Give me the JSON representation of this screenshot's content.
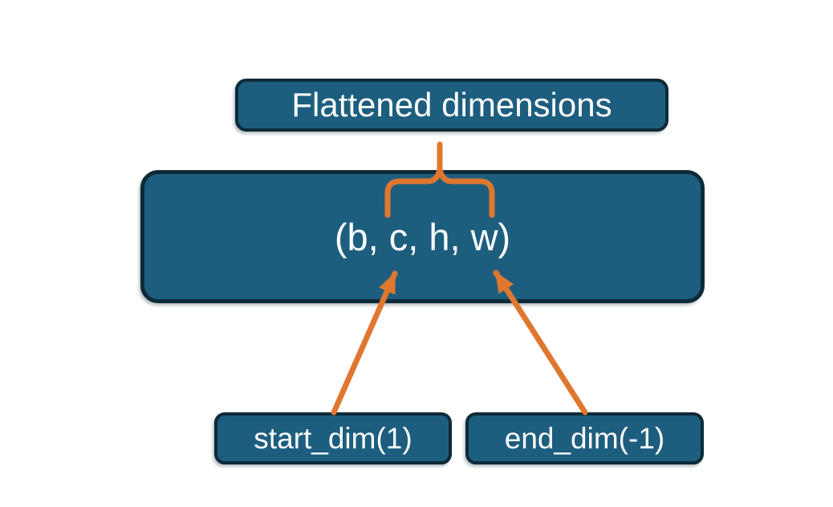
{
  "diagram": {
    "colors": {
      "background": "#ffffff",
      "node_fill": "#1d5e7f",
      "node_border": "#0e2a38",
      "connector": "#e0772f",
      "text": "#fbfbfb"
    },
    "nodes": {
      "flattened": {
        "label": "Flattened dimensions"
      },
      "tensor_shape": {
        "label": "(b, c, h, w)"
      },
      "start_dim": {
        "label": "start_dim(1)"
      },
      "end_dim": {
        "label": "end_dim(-1)"
      }
    },
    "connectors": [
      {
        "name": "brace-flattened-span",
        "type": "curly-brace",
        "from": "flattened",
        "to": "tensor_shape"
      },
      {
        "name": "arrow-start-dim",
        "type": "arrow",
        "from": "start_dim",
        "to": "tensor_shape"
      },
      {
        "name": "arrow-end-dim",
        "type": "arrow",
        "from": "end_dim",
        "to": "tensor_shape"
      }
    ]
  }
}
